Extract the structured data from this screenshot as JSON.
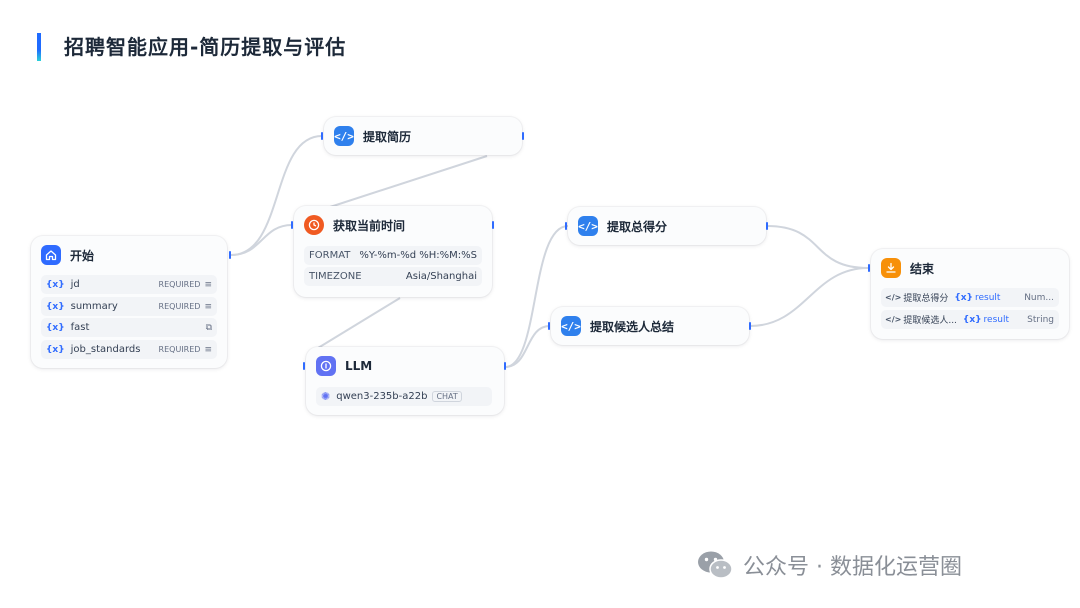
{
  "title": "招聘智能应用-简历提取与评估",
  "colors": {
    "accent": "#1f6bff",
    "code_node": "#2f80ed",
    "time_node": "#f05a22",
    "llm_node": "#6172f3",
    "start_node": "#2f6bff",
    "end_node": "#f79009",
    "edge": "#d0d5dd",
    "handle": "#2f6bff"
  },
  "nodes": {
    "start": {
      "title": "开始",
      "icon": "home-icon",
      "vars": [
        {
          "prefix": "{x}",
          "name": "jd",
          "status": "REQUIRED",
          "icon": "text-lines-icon"
        },
        {
          "prefix": "{x}",
          "name": "summary",
          "status": "REQUIRED",
          "icon": "text-lines-icon"
        },
        {
          "prefix": "{x}",
          "name": "fast",
          "status": "",
          "icon": "copy-icon"
        },
        {
          "prefix": "{x}",
          "name": "job_standards",
          "status": "REQUIRED",
          "icon": "text-lines-icon"
        }
      ]
    },
    "extract_resume": {
      "title": "提取简历",
      "icon": "code-icon"
    },
    "get_time": {
      "title": "获取当前时间",
      "icon": "clock-icon",
      "params": [
        {
          "key": "FORMAT",
          "value": "%Y-%m-%d %H:%M:%S"
        },
        {
          "key": "TIMEZONE",
          "value": "Asia/Shanghai"
        }
      ]
    },
    "llm": {
      "title": "LLM",
      "icon": "llm-icon",
      "model": "qwen3-235b-a22b",
      "badge": "CHAT"
    },
    "extract_score": {
      "title": "提取总得分",
      "icon": "code-icon"
    },
    "extract_summary": {
      "title": "提取候选人总结",
      "icon": "code-icon"
    },
    "end": {
      "title": "结束",
      "icon": "end-icon",
      "outputs": [
        {
          "source": "提取总得分",
          "var": "result",
          "type": "Num..."
        },
        {
          "source": "提取候选人...",
          "var": "result",
          "type": "String"
        }
      ]
    }
  },
  "footer": {
    "text": "公众号 · 数据化运营圈",
    "icon": "wechat-icon"
  }
}
